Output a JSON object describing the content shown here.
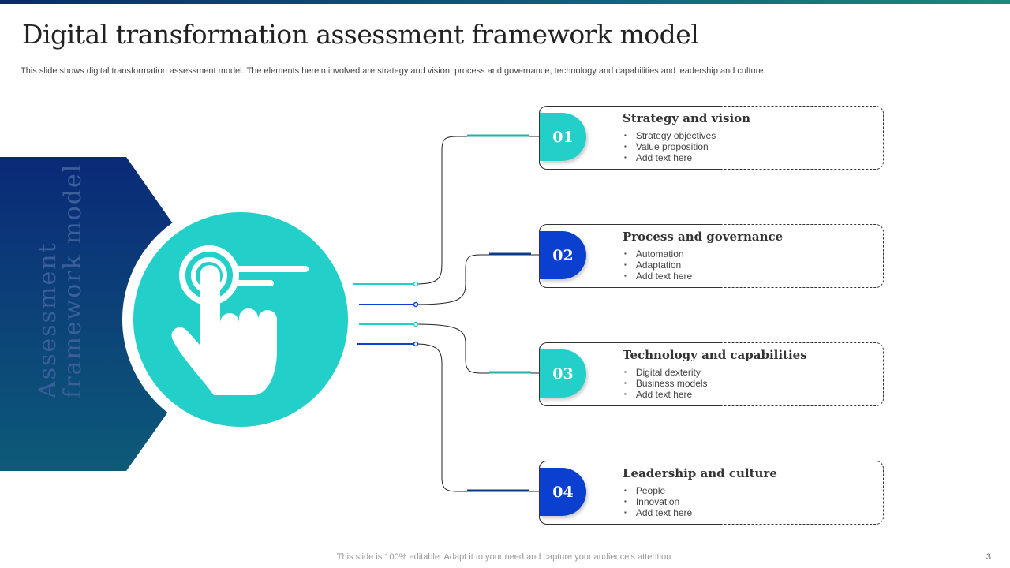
{
  "header": {
    "title": "Digital transformation assessment framework model",
    "subtitle": "This slide shows digital transformation assessment model. The elements herein involved are strategy and vision, process and governance, technology and capabilities and leadership and culture."
  },
  "side_label": {
    "line1": "Assessment",
    "line2": "framework model"
  },
  "icon": "hand-pointer-touch-icon",
  "colors": {
    "teal": "#22d0c9",
    "blue": "#0a3fd0",
    "dark": "#0a2a78"
  },
  "items": [
    {
      "num": "01",
      "title": "Strategy and vision",
      "bullets": [
        "Strategy objectives",
        "Value proposition",
        "Add text here"
      ]
    },
    {
      "num": "02",
      "title": "Process and governance",
      "bullets": [
        "Automation",
        "Adaptation",
        "Add text here"
      ]
    },
    {
      "num": "03",
      "title": "Technology and capabilities",
      "bullets": [
        "Digital dexterity",
        "Business models",
        "Add text here"
      ]
    },
    {
      "num": "04",
      "title": "Leadership and culture",
      "bullets": [
        "People",
        "Innovation",
        "Add text here"
      ]
    }
  ],
  "footer": {
    "text": "This slide is 100% editable. Adapt it to your need and capture your audience's attention.",
    "page": "3"
  }
}
